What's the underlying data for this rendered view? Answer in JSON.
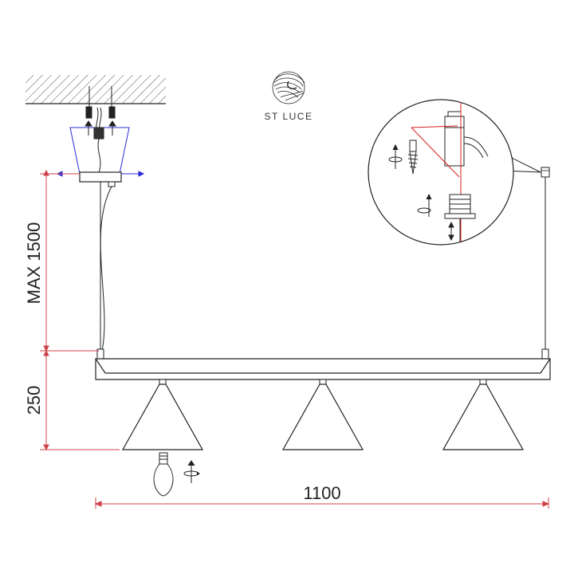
{
  "brand": {
    "name": "ST LUCE",
    "logo_icon": "st-luce-swirl-logo"
  },
  "dimensions": {
    "height_max": "MAX 1500",
    "shade_height": "250",
    "width": "1100"
  },
  "colors": {
    "line": "#222222",
    "dimension": "#d0424a",
    "mount_outline": "#2b2bd6",
    "detail_cut": "#d81e1e",
    "hatch": "#555555"
  },
  "icons": {
    "bulb": "bulb-icon",
    "rotate_up": "rotate-up-arrow-icon",
    "screw": "screw-icon",
    "adjust": "adjust-up-down-arrow-icon"
  },
  "shades": 3
}
